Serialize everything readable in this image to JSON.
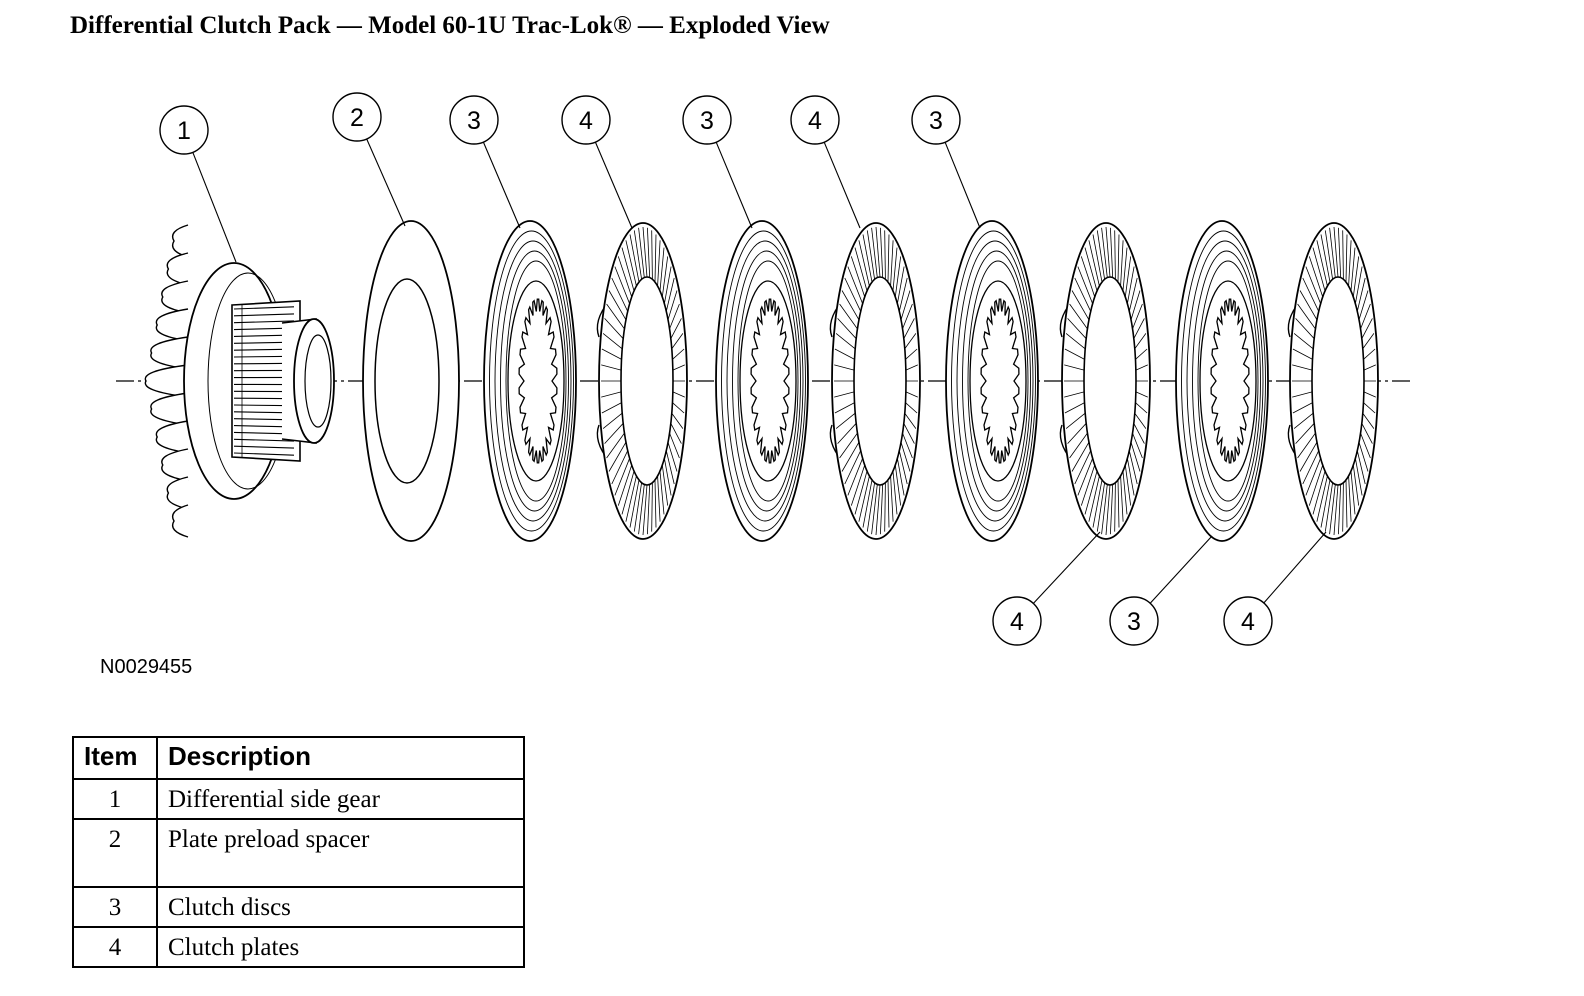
{
  "title": "Differential Clutch Pack — Model 60-1U Trac-Lok® — Exploded View",
  "figure_id": "N0029455",
  "callouts": [
    "1",
    "2",
    "3",
    "4",
    "3",
    "4",
    "3",
    "4",
    "3",
    "4"
  ],
  "legend": {
    "headers": {
      "item": "Item",
      "description": "Description"
    },
    "rows": [
      {
        "item": "1",
        "description": "Differential side gear"
      },
      {
        "item": "2",
        "description": "Plate preload spacer"
      },
      {
        "item": "3",
        "description": "Clutch discs"
      },
      {
        "item": "4",
        "description": "Clutch plates"
      }
    ]
  },
  "colors": {
    "line": "#000000",
    "background": "#ffffff"
  }
}
